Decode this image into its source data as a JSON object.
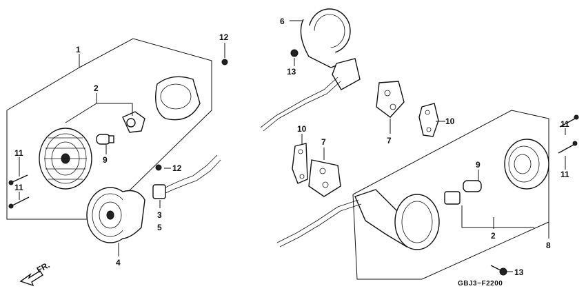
{
  "callouts": {
    "c1": "1",
    "c2a": "2",
    "c2b": "2",
    "c3": "3",
    "c4": "4",
    "c5": "5",
    "c6": "6",
    "c7a": "7",
    "c7b": "7",
    "c8": "8",
    "c9a": "9",
    "c9b": "9",
    "c10a": "10",
    "c10b": "10",
    "c11a": "11",
    "c11b": "11",
    "c11c": "11",
    "c11d": "11",
    "c12a": "12",
    "c12b": "12",
    "c13a": "13",
    "c13b": "13"
  },
  "direction_label": "FR.",
  "drawing_code": "GBJ3−F2200"
}
